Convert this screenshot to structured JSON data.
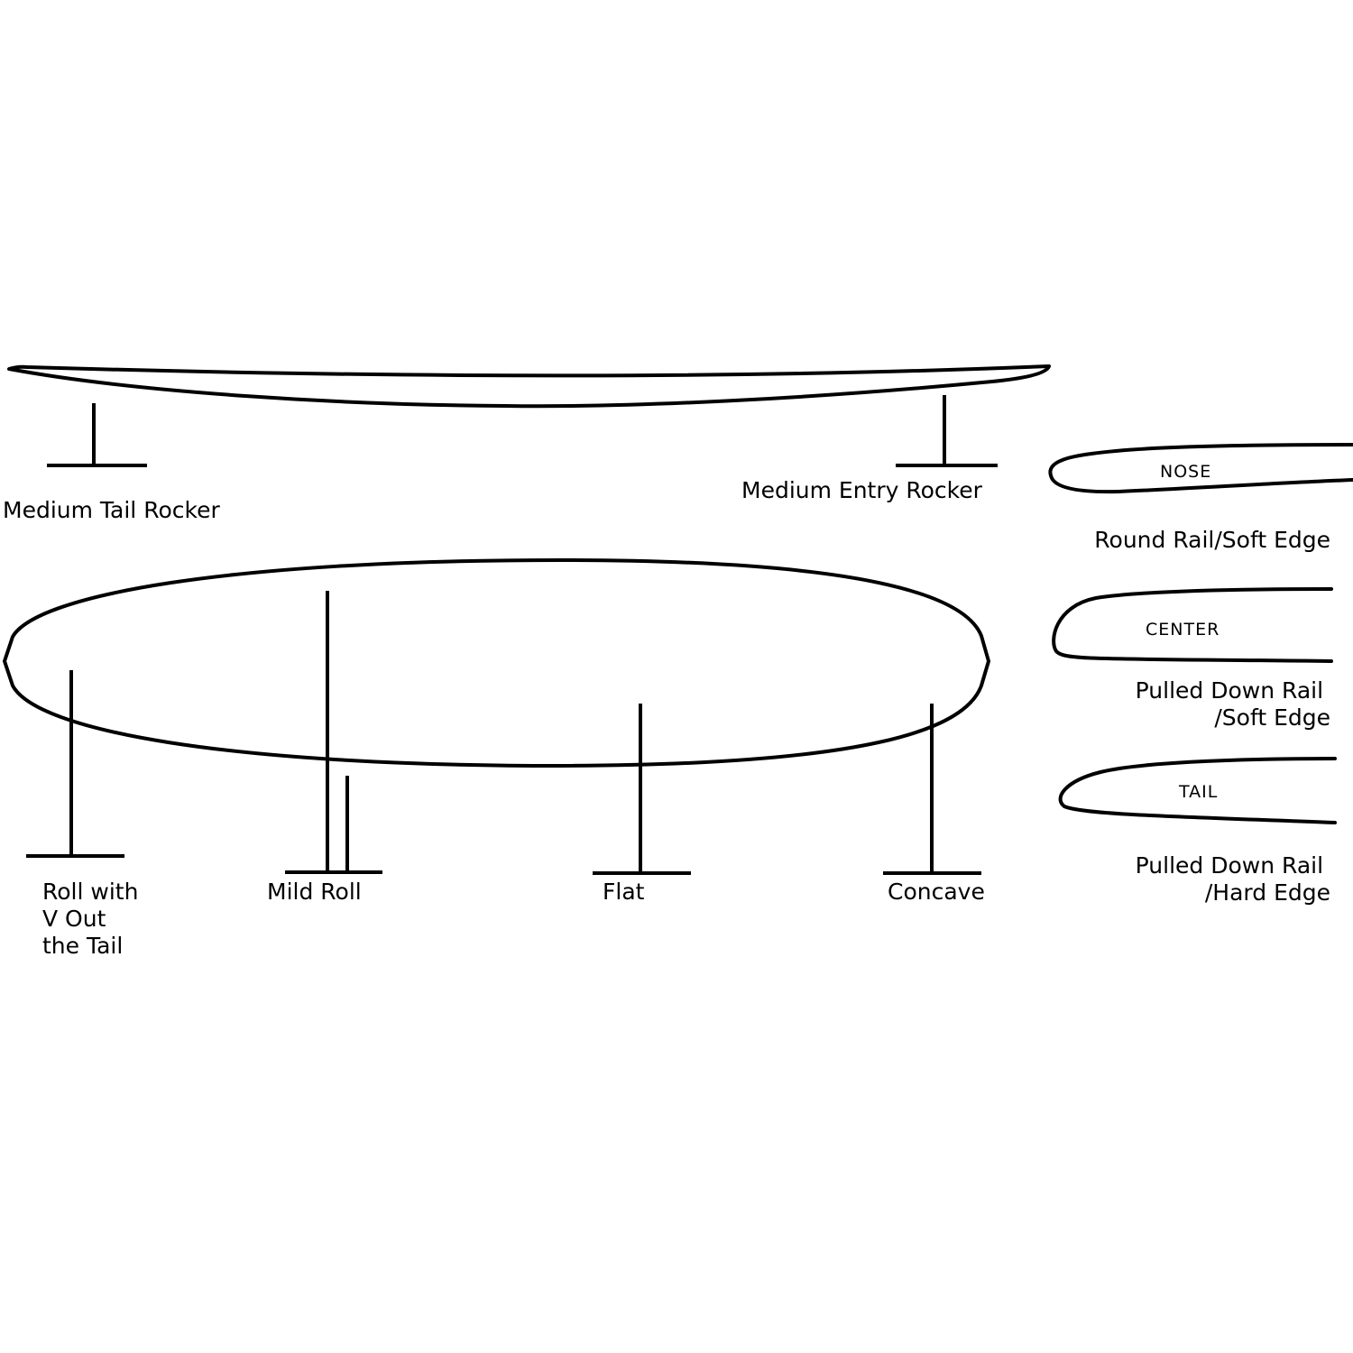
{
  "rocker": {
    "tail_label": "Medium Tail Rocker",
    "entry_label": "Medium Entry Rocker"
  },
  "bottom_contours": {
    "roll_with_v": [
      "Roll with",
      "V Out",
      "the Tail"
    ],
    "mild_roll": "Mild Roll",
    "flat": "Flat",
    "concave": "Concave"
  },
  "rails": {
    "nose": {
      "section": "NOSE",
      "description": [
        "Round Rail/Soft Edge"
      ]
    },
    "center": {
      "section": "CENTER",
      "description": [
        "Pulled Down Rail",
        "/Soft Edge"
      ]
    },
    "tail": {
      "section": "TAIL",
      "description": [
        "Pulled Down Rail",
        "/Hard Edge"
      ]
    }
  }
}
